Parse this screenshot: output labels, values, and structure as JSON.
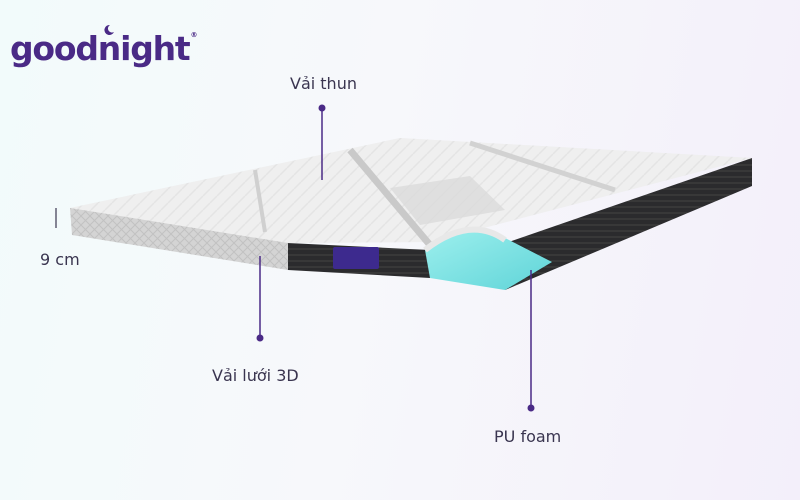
{
  "brand": {
    "logo_text": "goodnight",
    "registered_mark": "®",
    "colors": {
      "primary": "#4a2a86",
      "accent_foam": "#7fe3e3"
    }
  },
  "annotations": {
    "top_layer": "Vải thun",
    "thickness": "9 cm",
    "side_layer": "Vải lưới 3D",
    "core_layer": "PU foam"
  },
  "icons": [
    "moon-icon",
    "callout-dot-icon"
  ]
}
